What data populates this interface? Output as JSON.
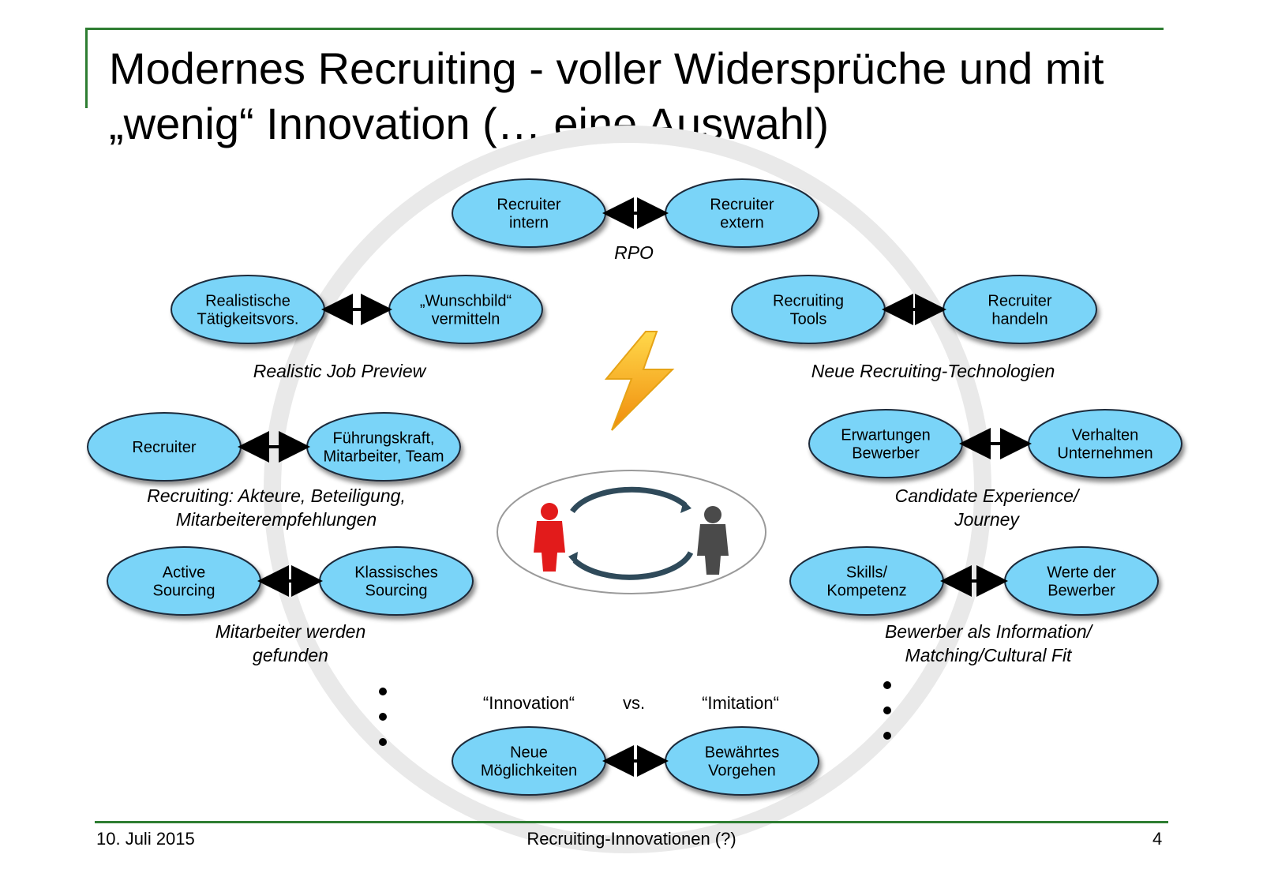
{
  "slide": {
    "title_line1": "Modernes Recruiting - voller Widersprüche und mit",
    "title_line2": "„wenig“ Innovation (… eine Auswahl)"
  },
  "pairs": [
    {
      "left": [
        "Recruiter",
        "intern"
      ],
      "right": [
        "Recruiter",
        "extern"
      ],
      "caption": [
        "RPO"
      ]
    },
    {
      "left": [
        "Realistische",
        "Tätigkeitsvors."
      ],
      "right": [
        "„Wunschbild“",
        "vermitteln"
      ],
      "caption": [
        "Realistic Job Preview"
      ]
    },
    {
      "left": [
        "Recruiting",
        "Tools"
      ],
      "right": [
        "Recruiter",
        "handeln"
      ],
      "caption": [
        "Neue Recruiting-Technologien"
      ]
    },
    {
      "left": [
        "Recruiter"
      ],
      "right": [
        "Führungskraft,",
        "Mitarbeiter, Team"
      ],
      "caption": [
        "Recruiting: Akteure, Beteiligung,",
        "Mitarbeiterempfehlungen"
      ]
    },
    {
      "left": [
        "Erwartungen",
        "Bewerber"
      ],
      "right": [
        "Verhalten",
        "Unternehmen"
      ],
      "caption": [
        "Candidate Experience/",
        "Journey"
      ]
    },
    {
      "left": [
        "Active",
        "Sourcing"
      ],
      "right": [
        "Klassisches",
        "Sourcing"
      ],
      "caption": [
        "Mitarbeiter werden",
        "gefunden"
      ]
    },
    {
      "left": [
        "Skills/",
        "Kompetenz"
      ],
      "right": [
        "Werte der",
        "Bewerber"
      ],
      "caption": [
        "Bewerber als Information/",
        "Matching/Cultural Fit"
      ]
    },
    {
      "left": [
        "Neue",
        "Möglichkeiten"
      ],
      "right": [
        "Bewährtes",
        "Vorgehen"
      ],
      "caption": []
    }
  ],
  "bottom_labels": {
    "innovation": "“Innovation“",
    "vs": "vs.",
    "imitation": "“Imitation“"
  },
  "colors": {
    "node_fill": "#7ad4f8",
    "node_stroke": "#1d2a3a",
    "ring": "#e8e8e8",
    "accent_green": "#2e7d32",
    "person_left": "#e21b1b",
    "person_right": "#4a4a4a",
    "bolt": "#f6b21c"
  },
  "footer": {
    "date": "10. Juli 2015",
    "center": "Recruiting-Innovationen (?)",
    "page": "4"
  }
}
